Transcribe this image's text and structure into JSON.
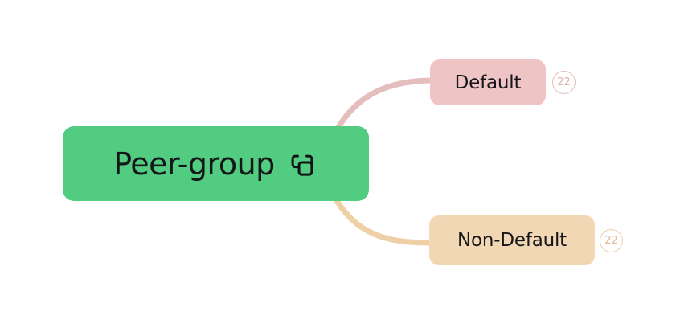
{
  "diagram": {
    "type": "mindmap",
    "background_color": "#ffffff",
    "root": {
      "label": "Peer-group",
      "icon": "duplicate-squares-icon",
      "fill_color": "#52CC80",
      "text_color": "#15161a"
    },
    "branches": [
      {
        "id": "default",
        "label": "Default",
        "count": "22",
        "fill_color": "#EFC4C4",
        "edge_color": "#E4BDBD",
        "badge_border_color": "#e6bfbf",
        "badge_text_color": "#dfb0b0"
      },
      {
        "id": "non-default",
        "label": "Non-Default",
        "count": "22",
        "fill_color": "#F2D7B4",
        "edge_color": "#EECFA6",
        "badge_border_color": "#eccfa9",
        "badge_text_color": "#e2bd8f"
      }
    ]
  }
}
